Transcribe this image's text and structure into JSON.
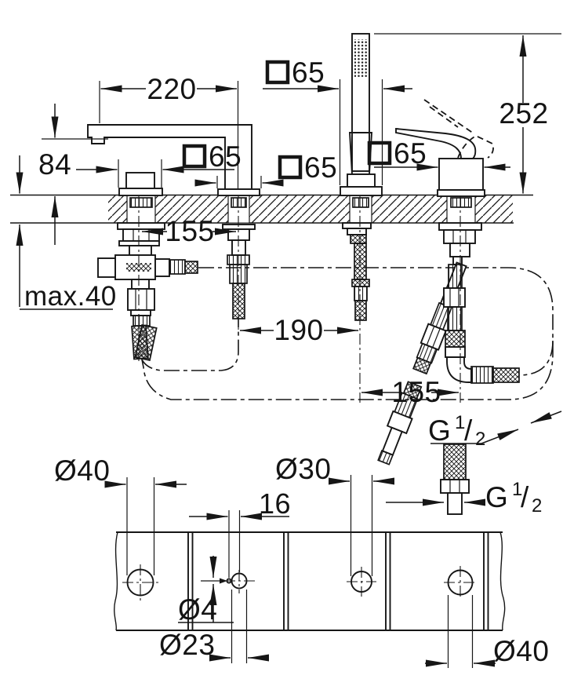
{
  "drawing": {
    "dims": {
      "reach": "220",
      "total_height": "252",
      "spout_height": "84",
      "deck_thickness": "max.40",
      "cc_left": "155",
      "cc_mid": "190",
      "cc_right": "155",
      "escutcheon": "65",
      "g_letter": "G",
      "g_num": "1",
      "g_slash": "/",
      "g_den": "2",
      "plan_dia_left": "Ø40",
      "plan_dia_mid": "Ø30",
      "plan_offset": "16",
      "plan_dia_pilot": "Ø4",
      "plan_dia_spout": "Ø23",
      "plan_dia_right": "Ø40"
    }
  }
}
